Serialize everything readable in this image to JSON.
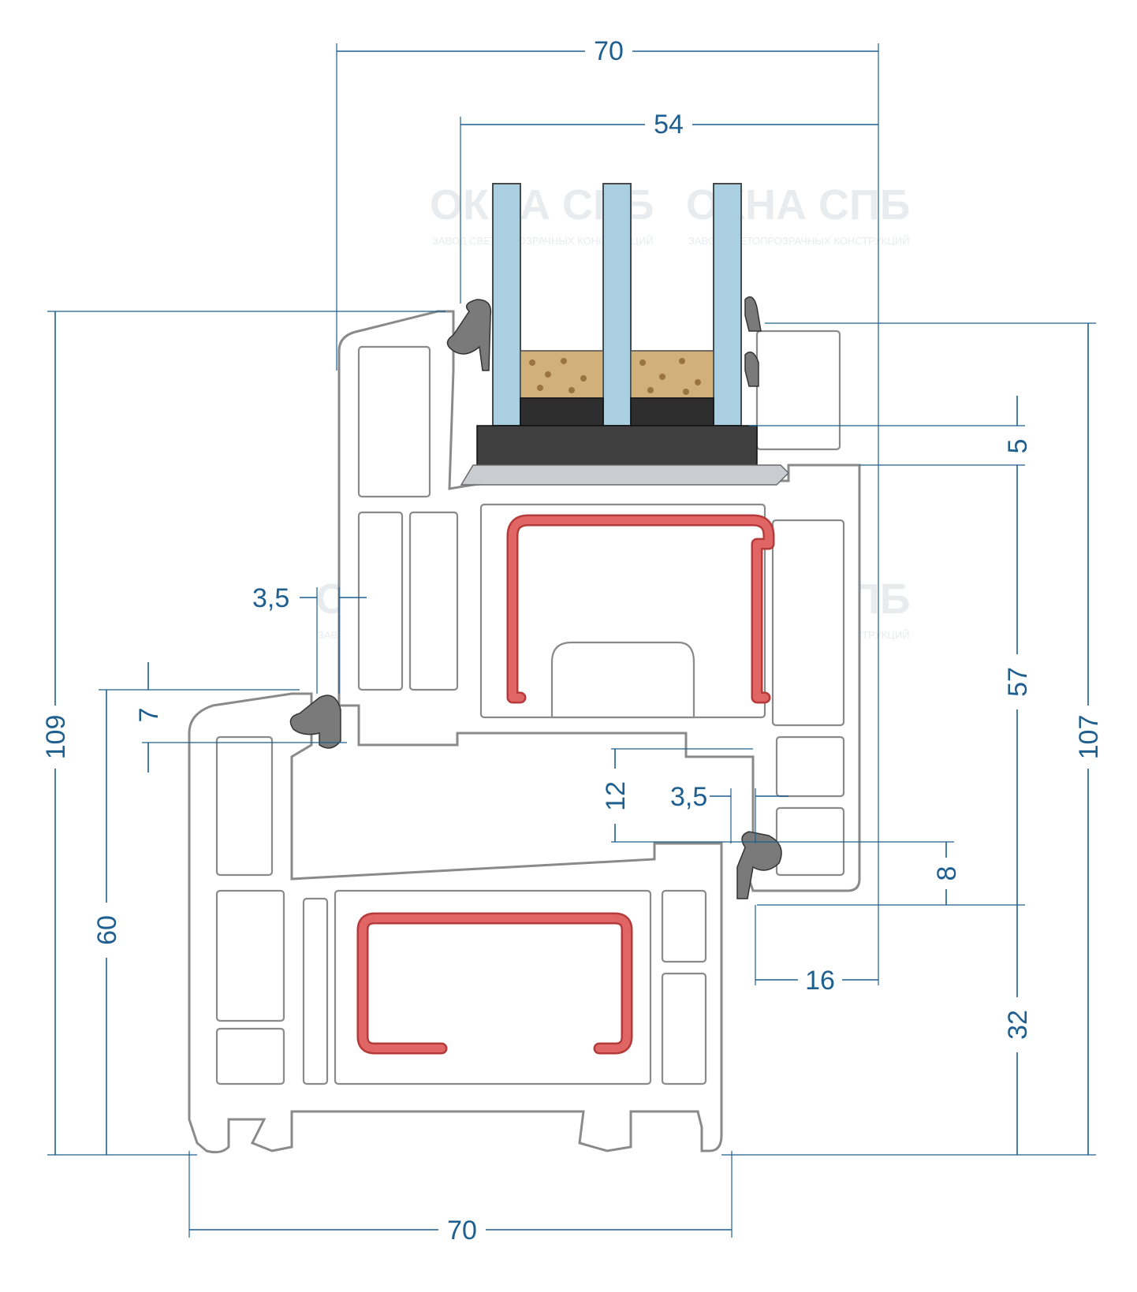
{
  "watermark": {
    "brand": "ОКНА СПБ",
    "tagline": "ЗАВОД СВЕТОПРОЗРАЧНЫХ КОНСТРУКЦИЙ"
  },
  "dimensions": {
    "top_sash_width": "70",
    "glazing_depth": "54",
    "rebate_height": "5",
    "sash_height": "57",
    "total_height_left": "109",
    "total_height_right": "107",
    "overlap_left": "3,5",
    "gasket_gap": "7",
    "frame_height": "60",
    "inner_rebate": "12",
    "overlap_right": "3,5",
    "seal_height": "8",
    "sash_overlap": "16",
    "frame_base": "32",
    "bottom_frame_width": "70"
  },
  "colors": {
    "dimension": "#1f5f8f",
    "glass": "#a9cfe0",
    "steel": "#e06666",
    "gasket": "#7a7a7a",
    "setting_block": "#3f3f3f"
  }
}
